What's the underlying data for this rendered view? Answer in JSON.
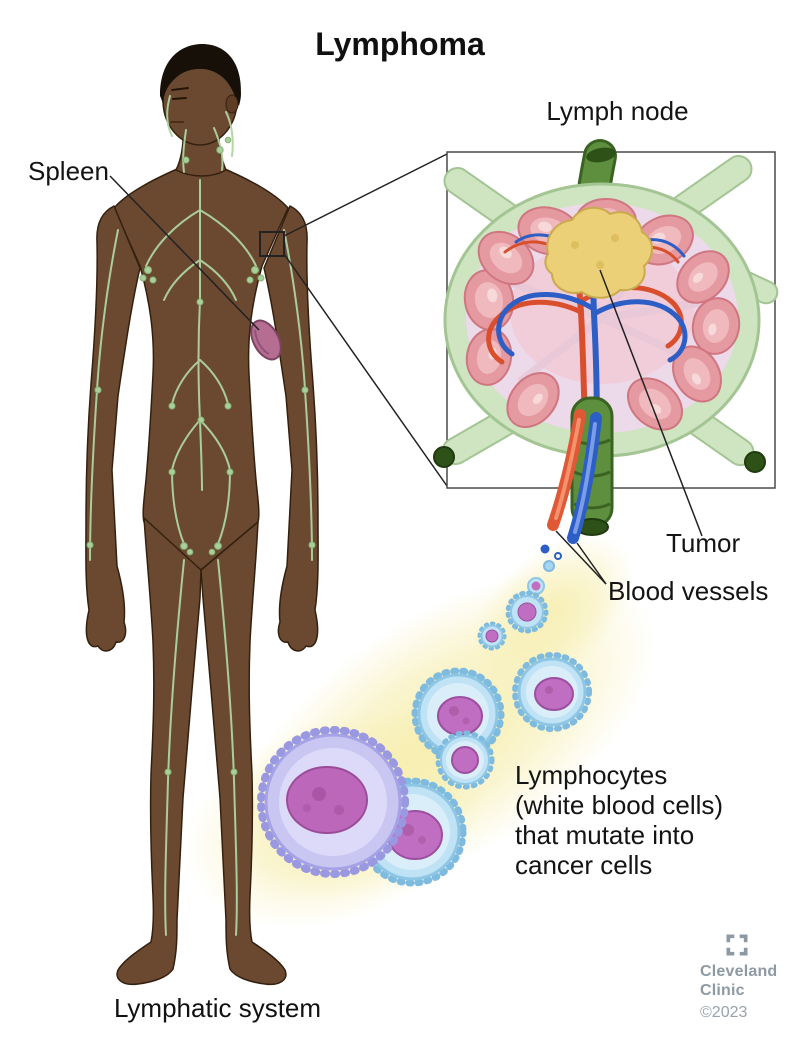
{
  "title": "Lymphoma",
  "labels": {
    "spleen": "Spleen",
    "lymph_node": "Lymph node",
    "tumor": "Tumor",
    "blood_vessels": "Blood vessels",
    "lymphatic_system": "Lymphatic system",
    "lymphocytes_lines": [
      "Lymphocytes",
      "(white blood cells)",
      "that mutate into",
      "cancer cells"
    ]
  },
  "logo": {
    "line1": "Cleveland",
    "line2": "Clinic",
    "copyright": "©2023"
  },
  "colors": {
    "skin": "#6b4930",
    "hair": "#161008",
    "lymph_green": "#afd4a2",
    "spleen_purple": "#b56e92",
    "node_capsule": "#cfe4c1",
    "node_interior": "#ecd9e9",
    "follicle_pink": "#e59aa2",
    "tumor_yellow": "#ecd077",
    "artery_red": "#d94f2e",
    "vein_blue": "#2d5ec5",
    "vessel_green": "#5d8f3f",
    "cell_blue": "#bfe2f5",
    "cell_purple": "#c9c6f2",
    "nucleus_purple": "#c06ec2",
    "glow_yellow": "#f6edaa",
    "logo_gray": "#8d9aa4"
  }
}
